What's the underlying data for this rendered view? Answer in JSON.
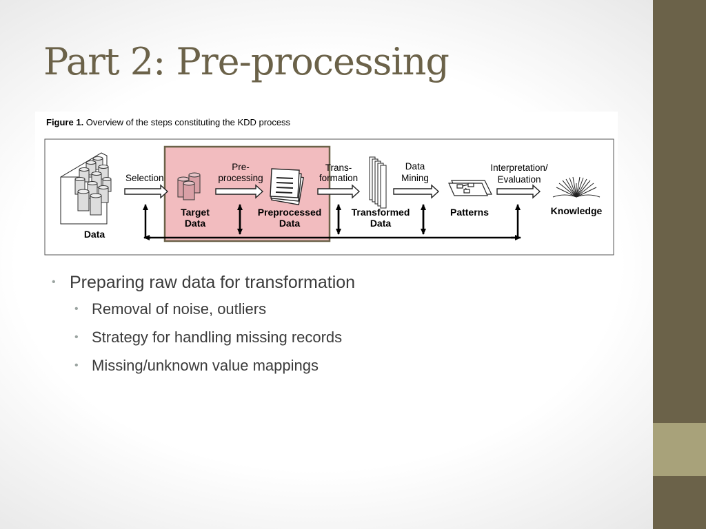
{
  "slide": {
    "title": "Part 2: Pre-processing",
    "figure": {
      "caption_label": "Figure 1.",
      "caption_text": " Overview of the steps constituting the KDD process",
      "labels": {
        "selection": "Selection",
        "pre": "Pre-",
        "processing": "processing",
        "trans": "Trans-",
        "formation": "formation",
        "data_mining_1": "Data",
        "data_mining_2": "Mining",
        "interp_1": "Interpretation/",
        "interp_2": "Evaluation",
        "data": "Data",
        "target_1": "Target",
        "target_2": "Data",
        "preprocessed_1": "Preprocessed",
        "preprocessed_2": "Data",
        "transformed_1": "Transformed",
        "transformed_2": "Data",
        "patterns": "Patterns",
        "knowledge": "Knowledge"
      },
      "highlight_color": "#f2bcbf",
      "highlight_border": "#6b6249"
    },
    "bullets": [
      {
        "text": "Preparing raw data for transformation",
        "level": 1
      },
      {
        "text": "Removal of noise, outliers",
        "level": 2
      },
      {
        "text": "Strategy for handling missing records",
        "level": 2
      },
      {
        "text": "Missing/unknown value mappings",
        "level": 2
      }
    ],
    "colors": {
      "title": "#6b6249",
      "sidebar": "#6b6249",
      "sidebar_accent": "#a8a27a",
      "bullet_dot": "#9aa3a0",
      "text": "#3a3a3a"
    }
  }
}
